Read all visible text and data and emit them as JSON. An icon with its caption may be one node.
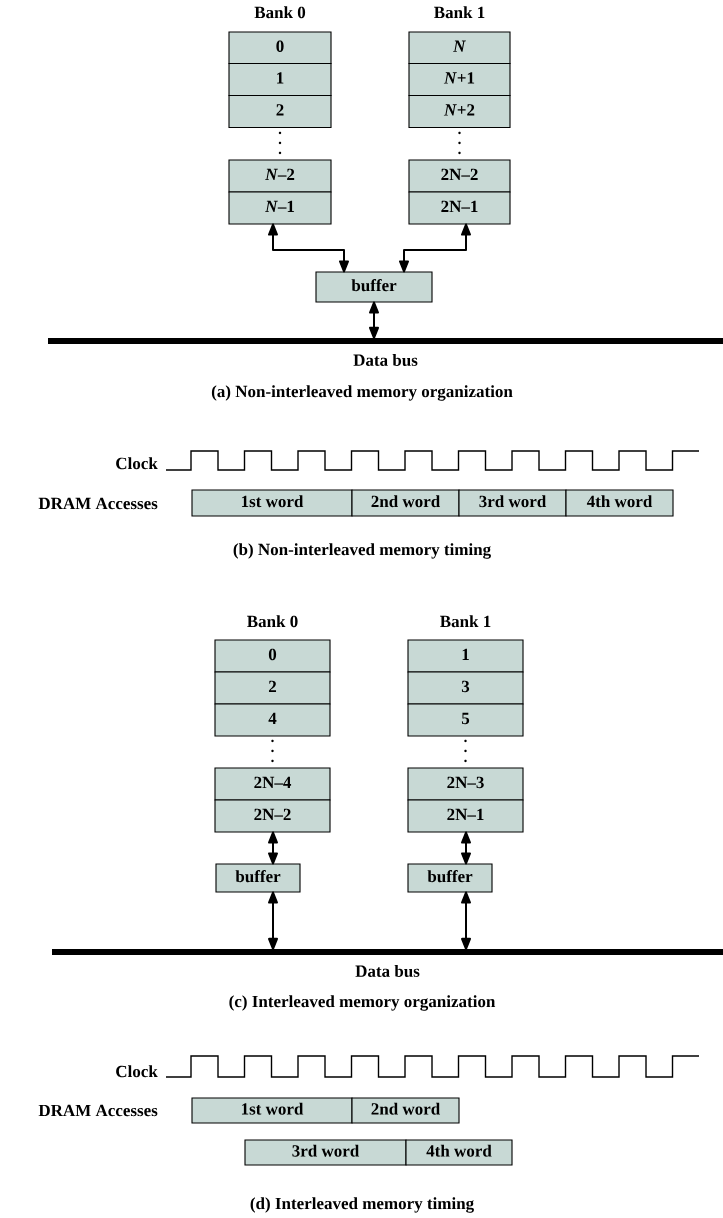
{
  "diagram": {
    "nodes": [
      {
        "text": [
          "0"
        ]
      },
      {
        "text": [
          "1"
        ]
      },
      {
        "text": [
          "2"
        ]
      },
      {
        "text": [
          "*N*–2"
        ]
      },
      {
        "text": [
          "*N*–1"
        ]
      },
      {
        "text": [
          "*N*"
        ]
      },
      {
        "text": [
          "*N*+1"
        ]
      },
      {
        "text": [
          "*N*+2"
        ]
      },
      {
        "text": [
          "2N–2"
        ]
      },
      {
        "text": [
          "2N–1"
        ]
      },
      {
        "text": [
          "buffer"
        ]
      },
      {
        "text": [
          "Data bus"
        ]
      },
      {
        "text": [
          "1st word"
        ]
      },
      {
        "text": [
          "2nd word"
        ]
      },
      {
        "text": [
          "3rd word"
        ]
      },
      {
        "text": [
          "4th word"
        ]
      },
      {
        "text": [
          "0"
        ]
      },
      {
        "text": [
          "2"
        ]
      },
      {
        "text": [
          "4"
        ]
      },
      {
        "text": [
          "2N–4"
        ]
      },
      {
        "text": [
          "2N–2"
        ]
      },
      {
        "text": [
          "1"
        ]
      },
      {
        "text": [
          "3"
        ]
      },
      {
        "text": [
          "5"
        ]
      },
      {
        "text": [
          "2N–3"
        ]
      },
      {
        "text": [
          "2N–1"
        ]
      },
      {
        "text": [
          "buffer"
        ]
      },
      {
        "text": [
          "buffer"
        ]
      },
      {
        "text": [
          "Data bus"
        ]
      },
      {
        "text": [
          "1st word"
        ]
      },
      {
        "text": [
          "2nd word"
        ]
      },
      {
        "text": [
          "3rd word"
        ]
      },
      {
        "text": [
          "4th word"
        ]
      }
    ],
    "edges": [
      {
        "from": 4,
        "to": 10,
        "arrow": "both"
      },
      {
        "from": 9,
        "to": 10,
        "arrow": "both"
      },
      {
        "from": 10,
        "to": 11,
        "arrow": "both"
      },
      {
        "from": 20,
        "to": 26,
        "arrow": "both"
      },
      {
        "from": 25,
        "to": 27,
        "arrow": "both"
      },
      {
        "from": 26,
        "to": 28,
        "arrow": "both"
      },
      {
        "from": 27,
        "to": 28,
        "arrow": "both"
      }
    ],
    "labels": [
      "Bank 0",
      "Bank 1",
      "(a) Non-interleaved memory organization",
      "Clock",
      "DRAM Accesses",
      "(b) Non-interleaved memory timing",
      "Bank 0",
      "Bank 1",
      "(c) Interleaved memory organization",
      "Clock",
      "DRAM Accesses",
      "(d) Interleaved memory timing"
    ]
  }
}
